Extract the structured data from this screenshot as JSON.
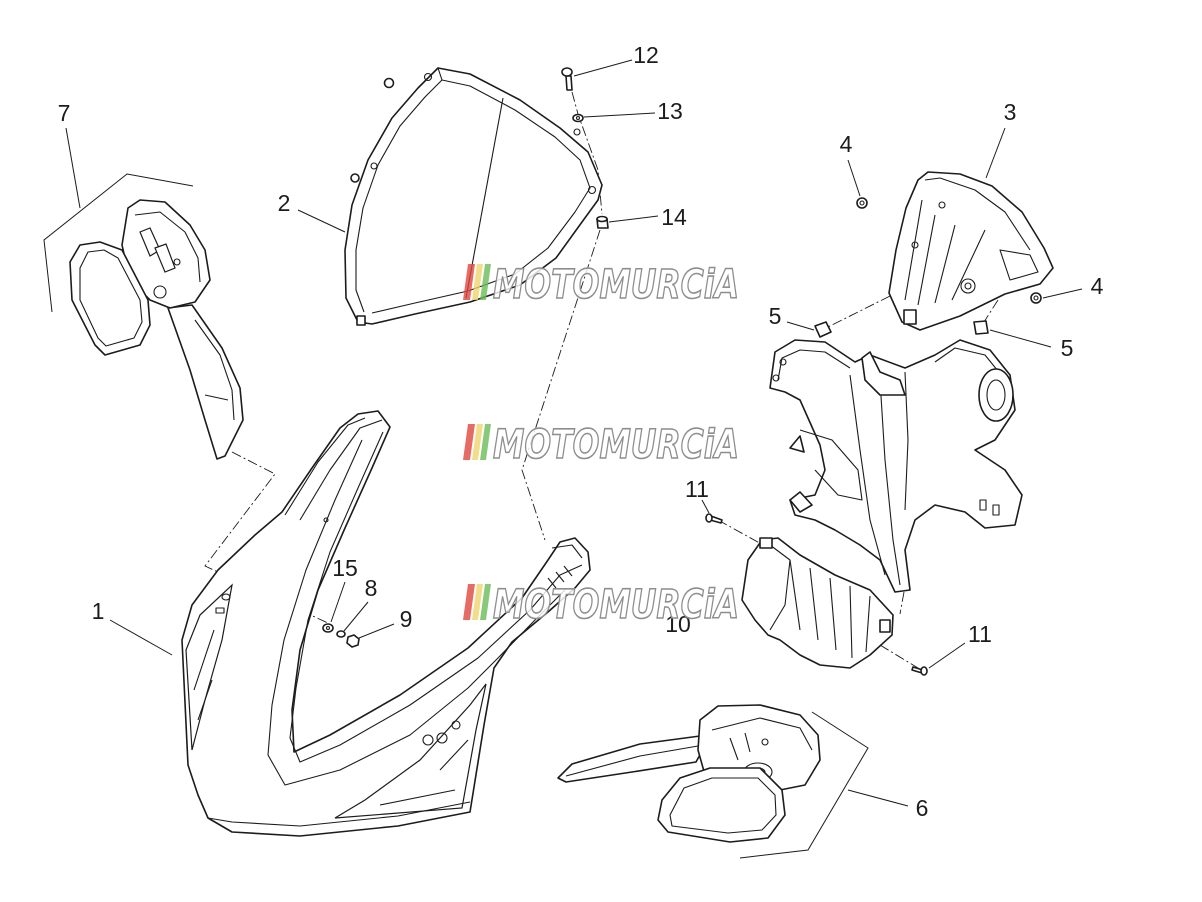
{
  "callouts": {
    "part_1": "1",
    "part_2": "2",
    "part_3": "3",
    "part_4_top": "4",
    "part_4_right": "4",
    "part_5_left": "5",
    "part_5_right": "5",
    "part_6": "6",
    "part_7": "7",
    "part_8": "8",
    "part_9": "9",
    "part_10": "10",
    "part_11_left": "11",
    "part_11_right": "11",
    "part_12": "12",
    "part_13": "13",
    "part_14": "14",
    "part_15": "15"
  },
  "watermark": {
    "text": "MOTOMURCiA"
  },
  "colors": {
    "background": "#ffffff",
    "line": "#1c1c1c",
    "watermark": "#8e8e8e",
    "stripe_red": "#e0463e",
    "stripe_yellow": "#efd46a",
    "stripe_green": "#6cbb5a"
  }
}
